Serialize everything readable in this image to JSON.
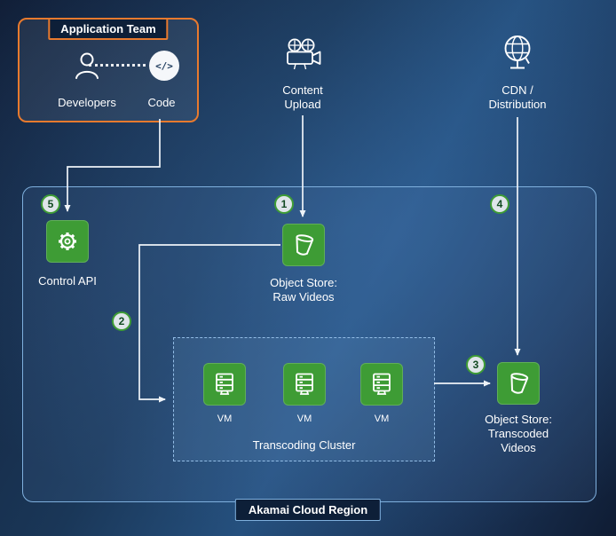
{
  "app_team": {
    "title": "Application Team",
    "developers_label": "Developers",
    "code_label": "Code",
    "code_glyph": "</>"
  },
  "external": {
    "content_upload_line1": "Content",
    "content_upload_line2": "Upload",
    "cdn_line1": "CDN /",
    "cdn_line2": "Distribution"
  },
  "region": {
    "label": "Akamai Cloud Region",
    "control_api_label": "Control API",
    "object_store_raw_line1": "Object Store:",
    "object_store_raw_line2": "Raw Videos",
    "transcoding_cluster": {
      "label": "Transcoding Cluster",
      "vms": [
        {
          "label": "VM"
        },
        {
          "label": "VM"
        },
        {
          "label": "VM"
        }
      ]
    },
    "object_store_transcoded_line1": "Object Store:",
    "object_store_transcoded_line2": "Transcoded",
    "object_store_transcoded_line3": "Videos"
  },
  "steps": {
    "s1": "1",
    "s2": "2",
    "s3": "3",
    "s4": "4",
    "s5": "5"
  },
  "colors": {
    "akamai_green": "#3e9c35",
    "akamai_orange": "#e87a2e",
    "region_border": "#7fb0de",
    "arrow_white": "#eef3f8"
  }
}
